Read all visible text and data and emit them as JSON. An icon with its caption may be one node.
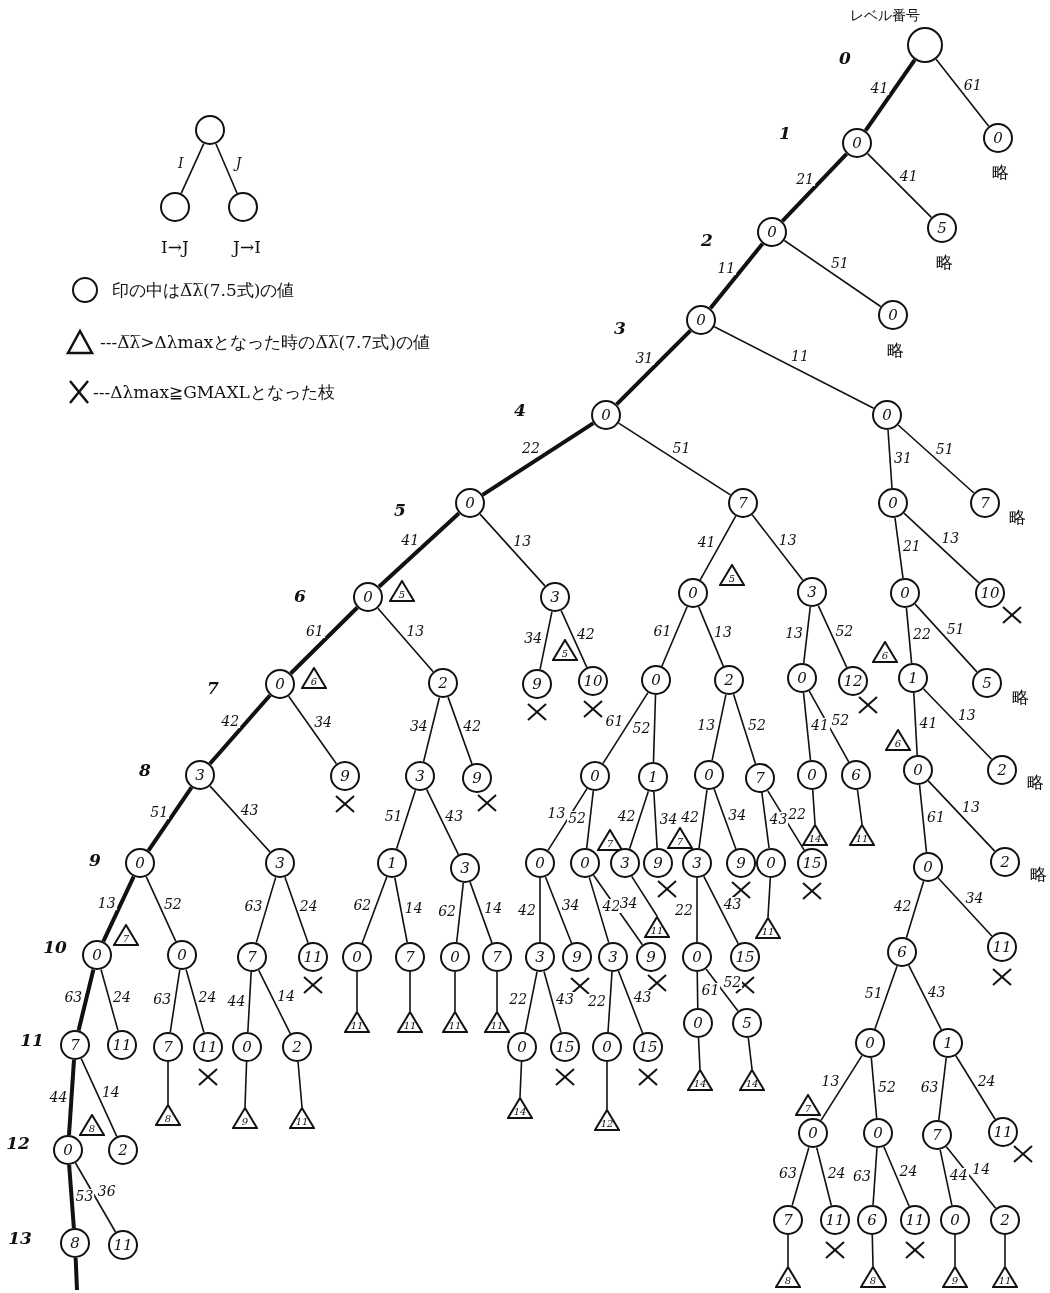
{
  "diagram": {
    "nodes": [
      {
        "text": [],
        "shape": "circle"
      },
      {
        "text": [],
        "shape": "circle",
        "beside": [
          "I→J"
        ]
      },
      {
        "text": [],
        "shape": "circle",
        "beside": [
          "J→I"
        ]
      },
      {
        "text": [],
        "shape": "circle"
      },
      {
        "text": [
          "0"
        ]
      },
      {
        "text": [
          "0"
        ],
        "beside": [
          "略"
        ]
      },
      {
        "text": [
          "0"
        ]
      },
      {
        "text": [
          "5"
        ],
        "beside": [
          "略"
        ]
      },
      {
        "text": [
          "0"
        ]
      },
      {
        "text": [
          "0"
        ],
        "beside": [
          "略"
        ]
      },
      {
        "text": [
          "0"
        ]
      },
      {
        "text": [
          "0"
        ]
      },
      {
        "text": [
          "0"
        ]
      },
      {
        "text": [
          "7"
        ]
      },
      {
        "text": [
          "0"
        ]
      },
      {
        "text": [
          "7"
        ],
        "beside": [
          "略"
        ]
      },
      {
        "text": [
          "0"
        ]
      },
      {
        "text": [
          "5"
        ]
      },
      {
        "text": [
          "3"
        ]
      },
      {
        "text": [
          "5"
        ]
      },
      {
        "text": [
          "0"
        ]
      },
      {
        "text": [
          "3"
        ]
      },
      {
        "text": [
          "0"
        ]
      },
      {
        "text": [
          "10"
        ]
      },
      {
        "text": [
          "6"
        ]
      },
      {
        "text": [
          "0"
        ]
      },
      {
        "text": [
          "2"
        ]
      },
      {
        "text": [
          "5"
        ]
      },
      {
        "text": [
          "9"
        ]
      },
      {
        "text": [
          "10"
        ]
      },
      {
        "text": [
          "0"
        ]
      },
      {
        "text": [
          "2"
        ]
      },
      {
        "text": [
          "0"
        ]
      },
      {
        "text": [
          "12"
        ]
      },
      {
        "text": [
          "6"
        ]
      },
      {
        "text": [
          "1"
        ]
      },
      {
        "text": [
          "5"
        ],
        "beside": [
          "略"
        ]
      },
      {
        "text": [
          "3"
        ]
      },
      {
        "text": [
          "9"
        ]
      },
      {
        "text": [
          "3"
        ]
      },
      {
        "text": [
          "9"
        ]
      },
      {
        "text": [
          "0"
        ]
      },
      {
        "text": [
          "1"
        ]
      },
      {
        "text": [
          "0"
        ]
      },
      {
        "text": [
          "7"
        ]
      },
      {
        "text": [
          "0"
        ]
      },
      {
        "text": [
          "6"
        ]
      },
      {
        "text": [
          "6"
        ]
      },
      {
        "text": [
          "0"
        ]
      },
      {
        "text": [
          "2"
        ],
        "beside": [
          "略"
        ]
      },
      {
        "text": [
          "14"
        ]
      },
      {
        "text": [
          "11"
        ]
      },
      {
        "text": [
          "7"
        ]
      },
      {
        "text": [
          "7"
        ]
      },
      {
        "text": [
          "0"
        ]
      },
      {
        "text": [
          "3"
        ]
      },
      {
        "text": [
          "1"
        ]
      },
      {
        "text": [
          "3"
        ]
      },
      {
        "text": [
          "0"
        ]
      },
      {
        "text": [
          "0"
        ]
      },
      {
        "text": [
          "3"
        ]
      },
      {
        "text": [
          "9"
        ]
      },
      {
        "text": [
          "3"
        ]
      },
      {
        "text": [
          "9"
        ]
      },
      {
        "text": [
          "0"
        ]
      },
      {
        "text": [
          "15"
        ]
      },
      {
        "text": [
          "0"
        ]
      },
      {
        "text": [
          "2"
        ],
        "beside": [
          "略"
        ]
      },
      {
        "text": [
          "11"
        ]
      },
      {
        "text": [
          "11"
        ]
      },
      {
        "text": [
          "7"
        ]
      },
      {
        "text": [
          "0"
        ]
      },
      {
        "text": [
          "0"
        ]
      },
      {
        "text": [
          "7"
        ]
      },
      {
        "text": [
          "11"
        ]
      },
      {
        "text": [
          "0"
        ]
      },
      {
        "text": [
          "7"
        ]
      },
      {
        "text": [
          "0"
        ]
      },
      {
        "text": [
          "7"
        ]
      },
      {
        "text": [
          "3"
        ]
      },
      {
        "text": [
          "9"
        ]
      },
      {
        "text": [
          "3"
        ]
      },
      {
        "text": [
          "9"
        ]
      },
      {
        "text": [
          "0"
        ]
      },
      {
        "text": [
          "15"
        ]
      },
      {
        "text": [
          "6"
        ]
      },
      {
        "text": [
          "11"
        ]
      },
      {
        "text": [
          "11"
        ]
      },
      {
        "text": [
          "11"
        ]
      },
      {
        "text": [
          "11"
        ]
      },
      {
        "text": [
          "11"
        ]
      },
      {
        "text": [
          "0"
        ]
      },
      {
        "text": [
          "5"
        ]
      },
      {
        "text": [
          "7"
        ]
      },
      {
        "text": [
          "11"
        ]
      },
      {
        "text": [
          "7"
        ]
      },
      {
        "text": [
          "11"
        ]
      },
      {
        "text": [
          "0"
        ]
      },
      {
        "text": [
          "2"
        ]
      },
      {
        "text": [
          "0"
        ]
      },
      {
        "text": [
          "15"
        ]
      },
      {
        "text": [
          "0"
        ]
      },
      {
        "text": [
          "15"
        ]
      },
      {
        "text": [
          "0"
        ]
      },
      {
        "text": [
          "1"
        ]
      },
      {
        "text": [
          "14"
        ]
      },
      {
        "text": [
          "14"
        ]
      },
      {
        "text": [
          "7"
        ]
      },
      {
        "text": [
          "14"
        ]
      },
      {
        "text": [
          "8"
        ]
      },
      {
        "text": [
          "9"
        ]
      },
      {
        "text": [
          "11"
        ]
      },
      {
        "text": [
          "12"
        ]
      },
      {
        "text": [
          "8"
        ]
      },
      {
        "text": [
          "0"
        ]
      },
      {
        "text": [
          "0"
        ]
      },
      {
        "text": [
          "7"
        ]
      },
      {
        "text": [
          "11"
        ]
      },
      {
        "text": [
          "0"
        ]
      },
      {
        "text": [
          "2"
        ]
      },
      {
        "text": [
          "7"
        ]
      },
      {
        "text": [
          "11"
        ]
      },
      {
        "text": [
          "6"
        ]
      },
      {
        "text": [
          "11"
        ]
      },
      {
        "text": [
          "0"
        ]
      },
      {
        "text": [
          "2"
        ]
      },
      {
        "text": [
          "8"
        ]
      },
      {
        "text": [
          "11"
        ]
      },
      {
        "text": [
          "8"
        ]
      },
      {
        "text": [
          "8"
        ]
      },
      {
        "text": [
          "9"
        ]
      },
      {
        "text": [
          "11"
        ]
      }
    ],
    "edges": [
      {
        "from": 0,
        "to": 1,
        "arrow": "none",
        "label": "I"
      },
      {
        "from": 0,
        "to": 2,
        "arrow": "none",
        "label": "J"
      },
      {
        "from": 3,
        "to": 4,
        "arrow": "none",
        "label": "41",
        "style": "thick"
      },
      {
        "from": 3,
        "to": 5,
        "arrow": "none",
        "label": "61"
      },
      {
        "from": 4,
        "to": 6,
        "arrow": "none",
        "label": "21",
        "style": "thick"
      },
      {
        "from": 4,
        "to": 7,
        "arrow": "none",
        "label": "41"
      },
      {
        "from": 6,
        "to": 8,
        "arrow": "none",
        "label": "11",
        "style": "thick"
      },
      {
        "from": 6,
        "to": 9,
        "arrow": "none",
        "label": "51"
      },
      {
        "from": 8,
        "to": 10,
        "arrow": "none",
        "label": "31",
        "style": "thick"
      },
      {
        "from": 8,
        "to": 11,
        "arrow": "none",
        "label": "11"
      },
      {
        "from": 10,
        "to": 12,
        "arrow": "none",
        "label": "22",
        "style": "thick"
      },
      {
        "from": 10,
        "to": 13,
        "arrow": "none",
        "label": "51"
      },
      {
        "from": 11,
        "to": 14,
        "arrow": "none",
        "label": "31"
      },
      {
        "from": 11,
        "to": 15,
        "arrow": "none",
        "label": "51"
      },
      {
        "from": 12,
        "to": 16,
        "arrow": "none",
        "label": "41",
        "style": "thick"
      },
      {
        "from": 12,
        "to": 18,
        "arrow": "none",
        "label": "13"
      },
      {
        "from": 13,
        "to": 20,
        "arrow": "none",
        "label": "41"
      },
      {
        "from": 13,
        "to": 21,
        "arrow": "none",
        "label": "13"
      },
      {
        "from": 14,
        "to": 22,
        "arrow": "none",
        "label": "21"
      },
      {
        "from": 14,
        "to": 23,
        "arrow": "none",
        "label": "13"
      },
      {
        "from": 16,
        "to": 25,
        "arrow": "none",
        "label": "61",
        "style": "thick"
      },
      {
        "from": 16,
        "to": 26,
        "arrow": "none",
        "label": "13"
      },
      {
        "from": 18,
        "to": 28,
        "arrow": "none",
        "label": "34"
      },
      {
        "from": 18,
        "to": 29,
        "arrow": "none",
        "label": "42"
      },
      {
        "from": 20,
        "to": 30,
        "arrow": "none",
        "label": "61"
      },
      {
        "from": 20,
        "to": 31,
        "arrow": "none",
        "label": "13"
      },
      {
        "from": 21,
        "to": 32,
        "arrow": "none",
        "label": "13"
      },
      {
        "from": 21,
        "to": 33,
        "arrow": "none",
        "label": "52"
      },
      {
        "from": 22,
        "to": 35,
        "arrow": "none",
        "label": "22"
      },
      {
        "from": 22,
        "to": 36,
        "arrow": "none",
        "label": "51"
      },
      {
        "from": 25,
        "to": 37,
        "arrow": "none",
        "label": "42",
        "style": "thick"
      },
      {
        "from": 25,
        "to": 38,
        "arrow": "none",
        "label": "34"
      },
      {
        "from": 26,
        "to": 39,
        "arrow": "none",
        "label": "34"
      },
      {
        "from": 26,
        "to": 40,
        "arrow": "none",
        "label": "42"
      },
      {
        "from": 30,
        "to": 41,
        "arrow": "none",
        "label": "61"
      },
      {
        "from": 30,
        "to": 42,
        "arrow": "none",
        "label": "52"
      },
      {
        "from": 31,
        "to": 43,
        "arrow": "none",
        "label": "13"
      },
      {
        "from": 31,
        "to": 44,
        "arrow": "none",
        "label": "52"
      },
      {
        "from": 32,
        "to": 45,
        "arrow": "none",
        "label": "41"
      },
      {
        "from": 32,
        "to": 46,
        "arrow": "none",
        "label": "52"
      },
      {
        "from": 35,
        "to": 48,
        "arrow": "none",
        "label": "41"
      },
      {
        "from": 35,
        "to": 49,
        "arrow": "none",
        "label": "13"
      },
      {
        "from": 45,
        "to": 50,
        "arrow": "none"
      },
      {
        "from": 46,
        "to": 51,
        "arrow": "none"
      },
      {
        "from": 37,
        "to": 54,
        "arrow": "none",
        "label": "51",
        "style": "thick"
      },
      {
        "from": 37,
        "to": 55,
        "arrow": "none",
        "label": "43"
      },
      {
        "from": 39,
        "to": 56,
        "arrow": "none",
        "label": "51"
      },
      {
        "from": 39,
        "to": 57,
        "arrow": "none",
        "label": "43"
      },
      {
        "from": 41,
        "to": 58,
        "arrow": "none",
        "label": "13"
      },
      {
        "from": 41,
        "to": 59,
        "arrow": "none",
        "label": "52"
      },
      {
        "from": 42,
        "to": 60,
        "arrow": "none",
        "label": "42"
      },
      {
        "from": 42,
        "to": 61,
        "arrow": "none",
        "label": "34"
      },
      {
        "from": 43,
        "to": 62,
        "arrow": "none",
        "label": "42"
      },
      {
        "from": 43,
        "to": 63,
        "arrow": "none",
        "label": "34"
      },
      {
        "from": 44,
        "to": 64,
        "arrow": "none",
        "label": "43"
      },
      {
        "from": 44,
        "to": 65,
        "arrow": "none",
        "label": "22"
      },
      {
        "from": 48,
        "to": 66,
        "arrow": "none",
        "label": "61"
      },
      {
        "from": 48,
        "to": 67,
        "arrow": "none",
        "label": "13"
      },
      {
        "from": 60,
        "to": 68,
        "arrow": "none"
      },
      {
        "from": 64,
        "to": 69,
        "arrow": "none"
      },
      {
        "from": 54,
        "to": 71,
        "arrow": "none",
        "label": "13",
        "style": "thick"
      },
      {
        "from": 54,
        "to": 72,
        "arrow": "none",
        "label": "52"
      },
      {
        "from": 55,
        "to": 73,
        "arrow": "none",
        "label": "63"
      },
      {
        "from": 55,
        "to": 74,
        "arrow": "none",
        "label": "24"
      },
      {
        "from": 56,
        "to": 75,
        "arrow": "none",
        "label": "62"
      },
      {
        "from": 56,
        "to": 76,
        "arrow": "none",
        "label": "14"
      },
      {
        "from": 57,
        "to": 77,
        "arrow": "none",
        "label": "62"
      },
      {
        "from": 57,
        "to": 78,
        "arrow": "none",
        "label": "14"
      },
      {
        "from": 58,
        "to": 79,
        "arrow": "none",
        "label": "42"
      },
      {
        "from": 58,
        "to": 80,
        "arrow": "none",
        "label": "34"
      },
      {
        "from": 59,
        "to": 81,
        "arrow": "none",
        "label": "42"
      },
      {
        "from": 59,
        "to": 82,
        "arrow": "none",
        "label": "34"
      },
      {
        "from": 62,
        "to": 83,
        "arrow": "none",
        "label": "22"
      },
      {
        "from": 62,
        "to": 84,
        "arrow": "none",
        "label": "43"
      },
      {
        "from": 66,
        "to": 85,
        "arrow": "none",
        "label": "42"
      },
      {
        "from": 66,
        "to": 86,
        "arrow": "none",
        "label": "34"
      },
      {
        "from": 75,
        "to": 87,
        "arrow": "none"
      },
      {
        "from": 76,
        "to": 88,
        "arrow": "none"
      },
      {
        "from": 77,
        "to": 89,
        "arrow": "none"
      },
      {
        "from": 78,
        "to": 90,
        "arrow": "none"
      },
      {
        "from": 83,
        "to": 91,
        "arrow": "none",
        "label": "61"
      },
      {
        "from": 83,
        "to": 92,
        "arrow": "none",
        "label": "52"
      },
      {
        "from": 71,
        "to": 93,
        "arrow": "none",
        "label": "63",
        "style": "thick"
      },
      {
        "from": 71,
        "to": 94,
        "arrow": "none",
        "label": "24"
      },
      {
        "from": 72,
        "to": 95,
        "arrow": "none",
        "label": "63"
      },
      {
        "from": 72,
        "to": 96,
        "arrow": "none",
        "label": "24"
      },
      {
        "from": 73,
        "to": 97,
        "arrow": "none",
        "label": "44"
      },
      {
        "from": 73,
        "to": 98,
        "arrow": "none",
        "label": "14"
      },
      {
        "from": 79,
        "to": 99,
        "arrow": "none",
        "label": "22"
      },
      {
        "from": 79,
        "to": 100,
        "arrow": "none",
        "label": "43"
      },
      {
        "from": 81,
        "to": 101,
        "arrow": "none",
        "label": "22"
      },
      {
        "from": 81,
        "to": 102,
        "arrow": "none",
        "label": "43"
      },
      {
        "from": 85,
        "to": 103,
        "arrow": "none",
        "label": "51"
      },
      {
        "from": 85,
        "to": 104,
        "arrow": "none",
        "label": "43"
      },
      {
        "from": 91,
        "to": 105,
        "arrow": "none"
      },
      {
        "from": 92,
        "to": 106,
        "arrow": "none"
      },
      {
        "from": 99,
        "to": 108,
        "arrow": "none"
      },
      {
        "from": 95,
        "to": 109,
        "arrow": "none"
      },
      {
        "from": 97,
        "to": 110,
        "arrow": "none"
      },
      {
        "from": 98,
        "to": 111,
        "arrow": "none"
      },
      {
        "from": 101,
        "to": 112,
        "arrow": "none"
      },
      {
        "from": 103,
        "to": 114,
        "arrow": "none",
        "label": "13"
      },
      {
        "from": 103,
        "to": 115,
        "arrow": "none",
        "label": "52"
      },
      {
        "from": 104,
        "to": 116,
        "arrow": "none",
        "label": "63"
      },
      {
        "from": 104,
        "to": 117,
        "arrow": "none",
        "label": "24"
      },
      {
        "from": 93,
        "to": 118,
        "arrow": "none",
        "label": "44",
        "style": "thick"
      },
      {
        "from": 93,
        "to": 119,
        "arrow": "none",
        "label": "14"
      },
      {
        "from": 114,
        "to": 120,
        "arrow": "none",
        "label": "63"
      },
      {
        "from": 114,
        "to": 121,
        "arrow": "none",
        "label": "24"
      },
      {
        "from": 115,
        "to": 122,
        "arrow": "none",
        "label": "63"
      },
      {
        "from": 115,
        "to": 123,
        "arrow": "none",
        "label": "24"
      },
      {
        "from": 116,
        "to": 124,
        "arrow": "none",
        "label": "44"
      },
      {
        "from": 116,
        "to": 125,
        "arrow": "none",
        "label": "14"
      },
      {
        "from": 118,
        "to": 126,
        "arrow": "none",
        "label": "53",
        "style": "thick"
      },
      {
        "from": 118,
        "to": 127,
        "arrow": "none",
        "label": "36"
      },
      {
        "from": 120,
        "to": 128,
        "arrow": "none"
      },
      {
        "from": 122,
        "to": 129,
        "arrow": "none"
      },
      {
        "from": 124,
        "to": 130,
        "arrow": "none"
      },
      {
        "from": 125,
        "to": 131,
        "arrow": "none"
      },
      {
        "from": 126,
        "to": null,
        "arrow": "none",
        "style": "thick"
      }
    ],
    "labels": [
      "レベル番号",
      "0",
      "1",
      "2",
      "3",
      "4",
      "5",
      "6",
      "7",
      "8",
      "9",
      "10",
      "11",
      "12",
      "13"
    ],
    "legend": [
      {
        "text": "印の中はΔ̅λ̅(7.5式)の値"
      },
      {
        "text": "---Δ̅λ̅>Δλmaxとなった時のΔ̅λ̅(7.7式)の値"
      },
      {
        "text": "---Δλmax≧GMAXLとなった枝"
      }
    ]
  }
}
